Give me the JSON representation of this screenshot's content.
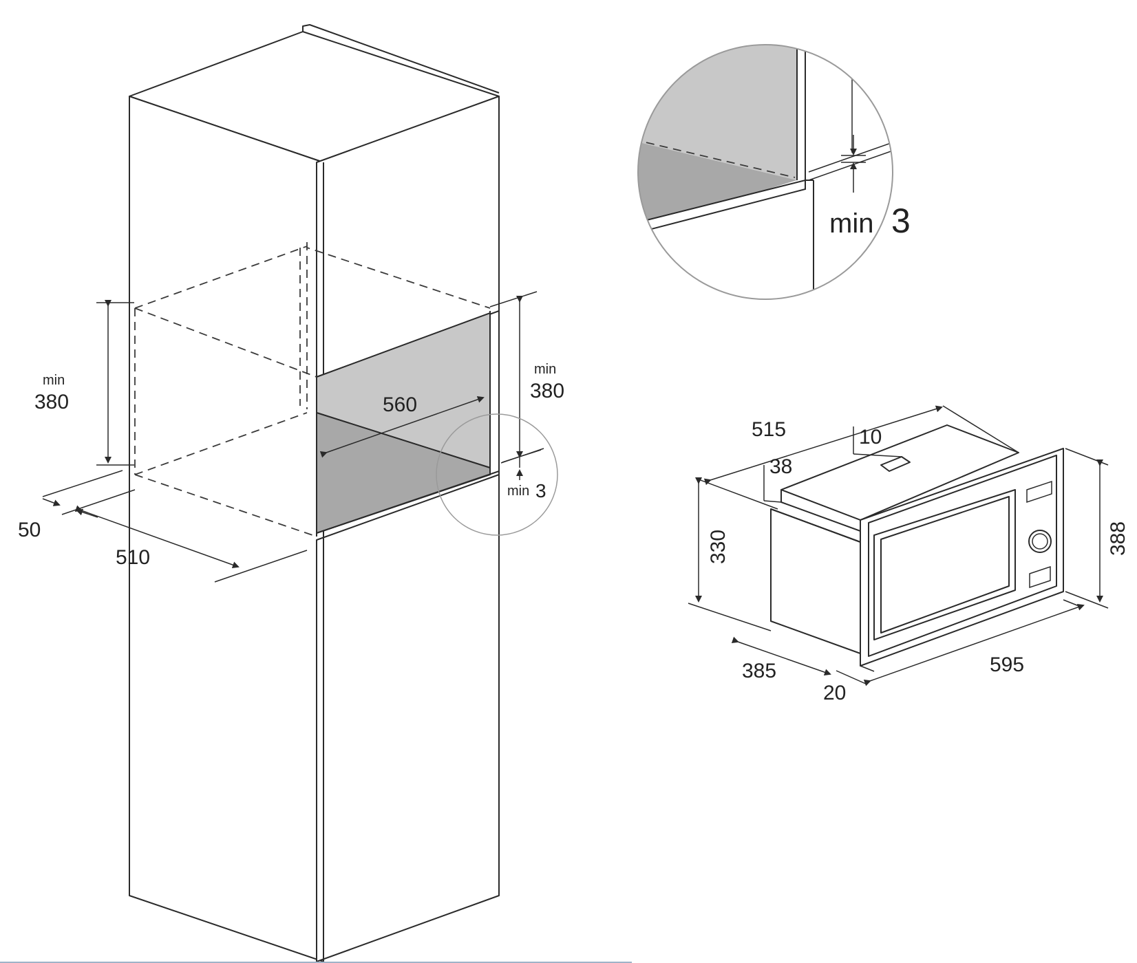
{
  "colors": {
    "line": "#2a2a2a",
    "opening_back": "#c8c8c8",
    "opening_floor": "#a8a8a8",
    "detail_circle": "#9a9a9a",
    "background": "#ffffff"
  },
  "cabinet": {
    "height_left": {
      "min_label": "min",
      "value": "380"
    },
    "height_right": {
      "min_label": "min",
      "value": "380"
    },
    "width": "560",
    "depth": "510",
    "gap_front": "50",
    "gap_bottom": {
      "min_label": "min",
      "value": "3"
    }
  },
  "detail": {
    "min_label": "min",
    "value": "3"
  },
  "appliance": {
    "depth_top": "515",
    "offset_top": "10",
    "frame_depth": "38",
    "body_height": "330",
    "overall_height": "388",
    "body_depth": "385",
    "frame_thickness": "20",
    "overall_width": "595"
  }
}
